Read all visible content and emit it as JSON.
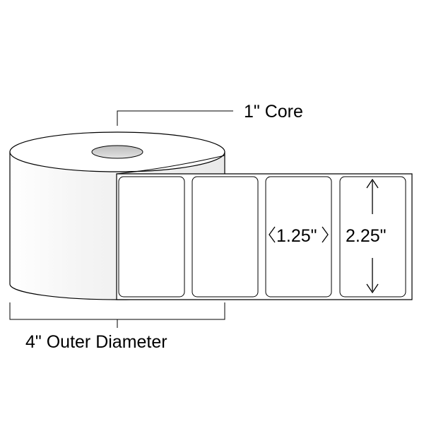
{
  "diagram": {
    "core_label": "1\" Core",
    "outer_diameter_label": "4\" Outer Diameter",
    "label_width": "1.25\"",
    "label_height": "2.25\"",
    "label_count_visible": 4
  },
  "colors": {
    "stroke": "#000000",
    "roll_shade_light": "#ffffff",
    "roll_shade_dark": "#e6e6e6",
    "core_hole": "#d0d0d0"
  }
}
